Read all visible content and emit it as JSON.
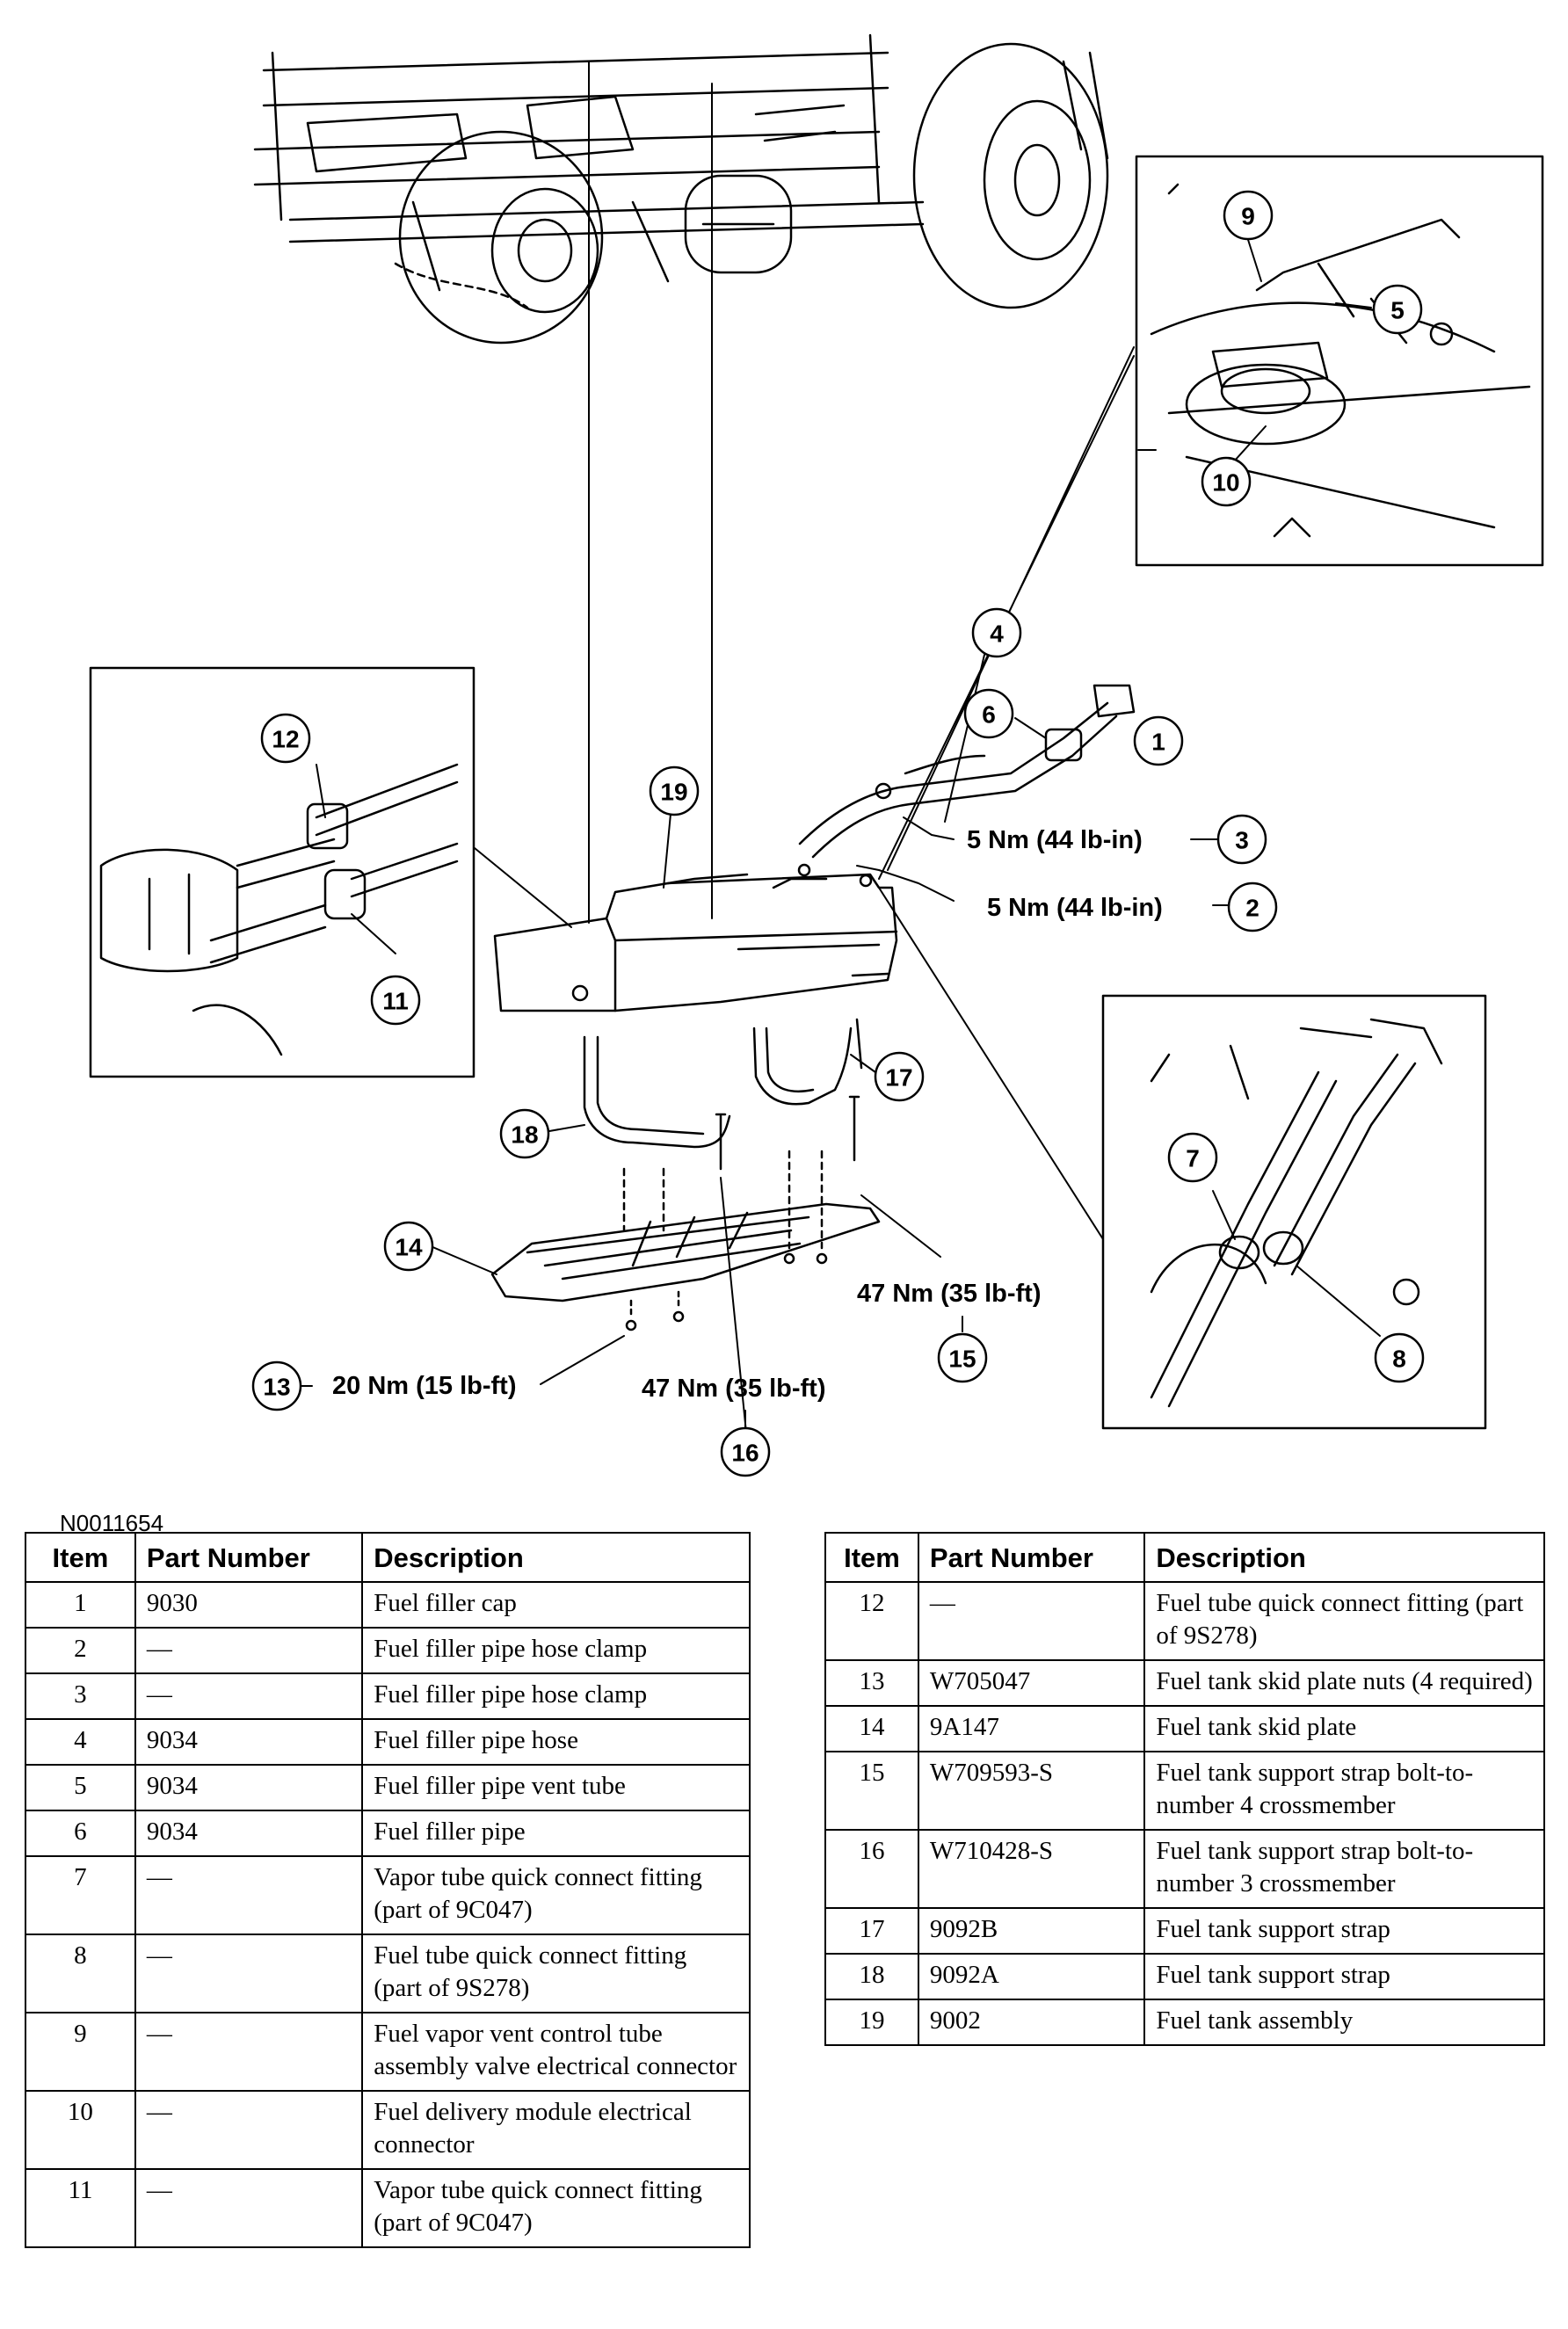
{
  "callouts": {
    "c1": "1",
    "c2": "2",
    "c3": "3",
    "c4": "4",
    "c5": "5",
    "c6": "6",
    "c7": "7",
    "c8": "8",
    "c9": "9",
    "c10": "10",
    "c11": "11",
    "c12": "12",
    "c13": "13",
    "c14": "14",
    "c15": "15",
    "c16": "16",
    "c17": "17",
    "c18": "18",
    "c19": "19"
  },
  "torques": {
    "t3": "5 Nm (44 lb-in)",
    "t2": "5 Nm (44 lb-in)",
    "t15": "47 Nm (35 lb-ft)",
    "t16": "47 Nm (35 lb-ft)",
    "t13": "20 Nm (15 lb-ft)"
  },
  "figure_id": "N0011654",
  "table_headers": {
    "item": "Item",
    "part_number": "Part Number",
    "description": "Description"
  },
  "parts_left": [
    {
      "item": "1",
      "part": "9030",
      "desc": "Fuel filler cap"
    },
    {
      "item": "2",
      "part": "—",
      "desc": "Fuel filler pipe hose clamp"
    },
    {
      "item": "3",
      "part": "—",
      "desc": "Fuel filler pipe hose clamp"
    },
    {
      "item": "4",
      "part": "9034",
      "desc": "Fuel filler pipe hose"
    },
    {
      "item": "5",
      "part": "9034",
      "desc": "Fuel filler pipe vent tube"
    },
    {
      "item": "6",
      "part": "9034",
      "desc": "Fuel filler pipe"
    },
    {
      "item": "7",
      "part": "—",
      "desc": "Vapor tube quick connect fitting (part of 9C047)"
    },
    {
      "item": "8",
      "part": "—",
      "desc": "Fuel tube quick connect fitting (part of 9S278)"
    },
    {
      "item": "9",
      "part": "—",
      "desc": "Fuel vapor vent control tube assembly valve electrical connector"
    },
    {
      "item": "10",
      "part": "—",
      "desc": "Fuel delivery module electrical connector"
    },
    {
      "item": "11",
      "part": "—",
      "desc": "Vapor tube quick connect fitting (part of 9C047)"
    }
  ],
  "parts_right": [
    {
      "item": "12",
      "part": "—",
      "desc": "Fuel tube quick connect fitting (part of 9S278)"
    },
    {
      "item": "13",
      "part": "W705047",
      "desc": "Fuel tank skid plate nuts (4 required)"
    },
    {
      "item": "14",
      "part": "9A147",
      "desc": "Fuel tank skid plate"
    },
    {
      "item": "15",
      "part": "W709593-S",
      "desc": "Fuel tank support strap bolt-to-number 4 crossmember"
    },
    {
      "item": "16",
      "part": "W710428-S",
      "desc": "Fuel tank support strap bolt-to-number 3 crossmember"
    },
    {
      "item": "17",
      "part": "9092B",
      "desc": "Fuel tank support strap"
    },
    {
      "item": "18",
      "part": "9092A",
      "desc": "Fuel tank support strap"
    },
    {
      "item": "19",
      "part": "9002",
      "desc": "Fuel tank assembly"
    }
  ]
}
